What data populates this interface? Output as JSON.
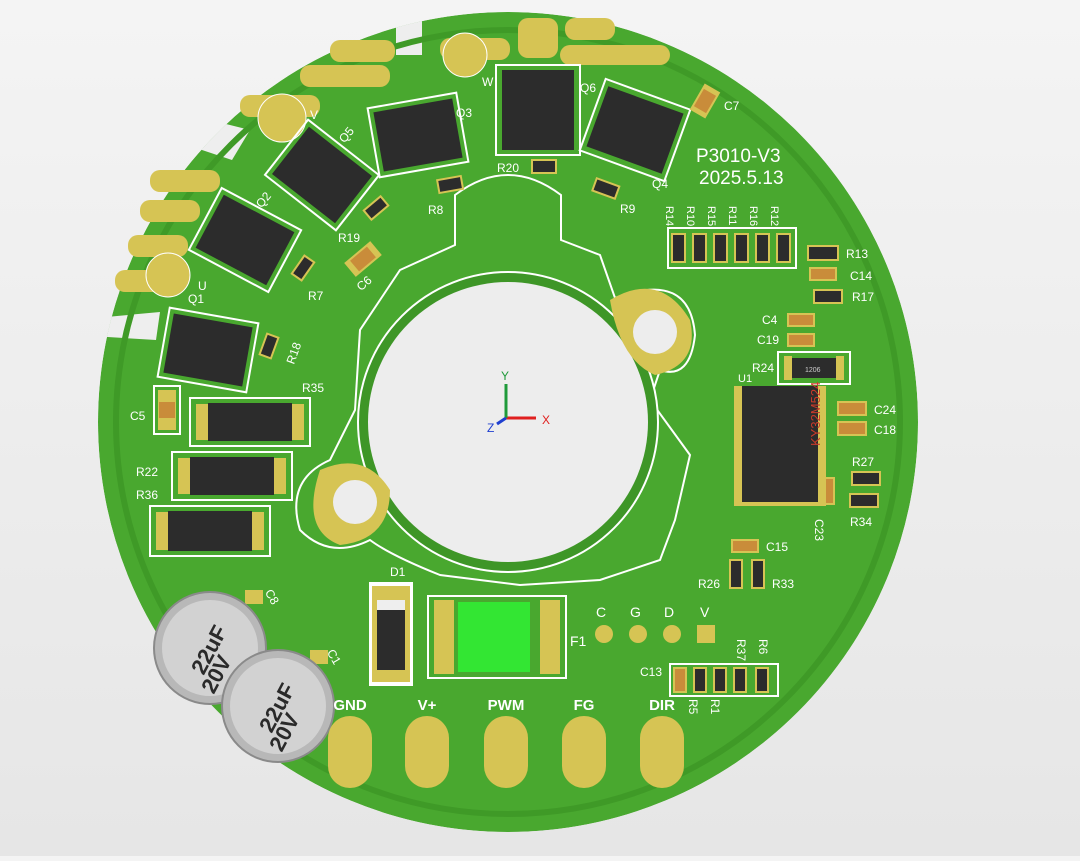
{
  "colors": {
    "pcb": "#49a82f",
    "pcb_dark": "#3c9326",
    "pad": "#d6c454",
    "silk": "#ffffff",
    "ic_body": "#2c2c2c",
    "fuse_body": "#33e633",
    "axis_x": "#e0201f",
    "axis_y": "#1f9a3a",
    "axis_z": "#1f3fd0"
  },
  "board": {
    "title": "P3010-V3",
    "date": "2025.5.13"
  },
  "axes": {
    "x": "X",
    "y": "Y",
    "z": "Z"
  },
  "mosfets": [
    {
      "ref": "Q1"
    },
    {
      "ref": "Q2"
    },
    {
      "ref": "Q5"
    },
    {
      "ref": "Q3"
    },
    {
      "ref": "Q6"
    },
    {
      "ref": "Q4"
    }
  ],
  "phase_pads": [
    {
      "label": "U"
    },
    {
      "label": "V"
    },
    {
      "label": "W"
    }
  ],
  "resistor_row": [
    "R14",
    "R10",
    "R15",
    "R11",
    "R16",
    "R12"
  ],
  "labels": {
    "r18": "R18",
    "r7": "R7",
    "r19": "R19",
    "c6": "C6",
    "r8": "R8",
    "r20": "R20",
    "r9": "R9",
    "c7": "C7",
    "r13": "R13",
    "c14": "C14",
    "r17": "R17",
    "c4": "C4",
    "c19": "C19",
    "r24": "R24",
    "u1": "U1",
    "c24": "C24",
    "c18": "C18",
    "r27": "R27",
    "c23": "C23",
    "r34": "R34",
    "c15": "C15",
    "r26": "R26",
    "r33": "R33",
    "r37": "R37",
    "r6": "R6",
    "c13": "C13",
    "r5": "R5",
    "r1": "R1",
    "r35": "R35",
    "r22": "R22",
    "r36": "R36",
    "c5": "C5",
    "c8": "C8",
    "c1": "C1",
    "d1": "D1",
    "f1": "F1"
  },
  "ic_marking": "KY32M524",
  "r24_marking": "1206",
  "capacitors": [
    {
      "value": "22uF",
      "voltage": "20V"
    },
    {
      "value": "22uF",
      "voltage": "20V"
    }
  ],
  "test_points": [
    "C",
    "G",
    "D",
    "V"
  ],
  "connectors": [
    "GND",
    "V+",
    "PWM",
    "FG",
    "DIR"
  ]
}
